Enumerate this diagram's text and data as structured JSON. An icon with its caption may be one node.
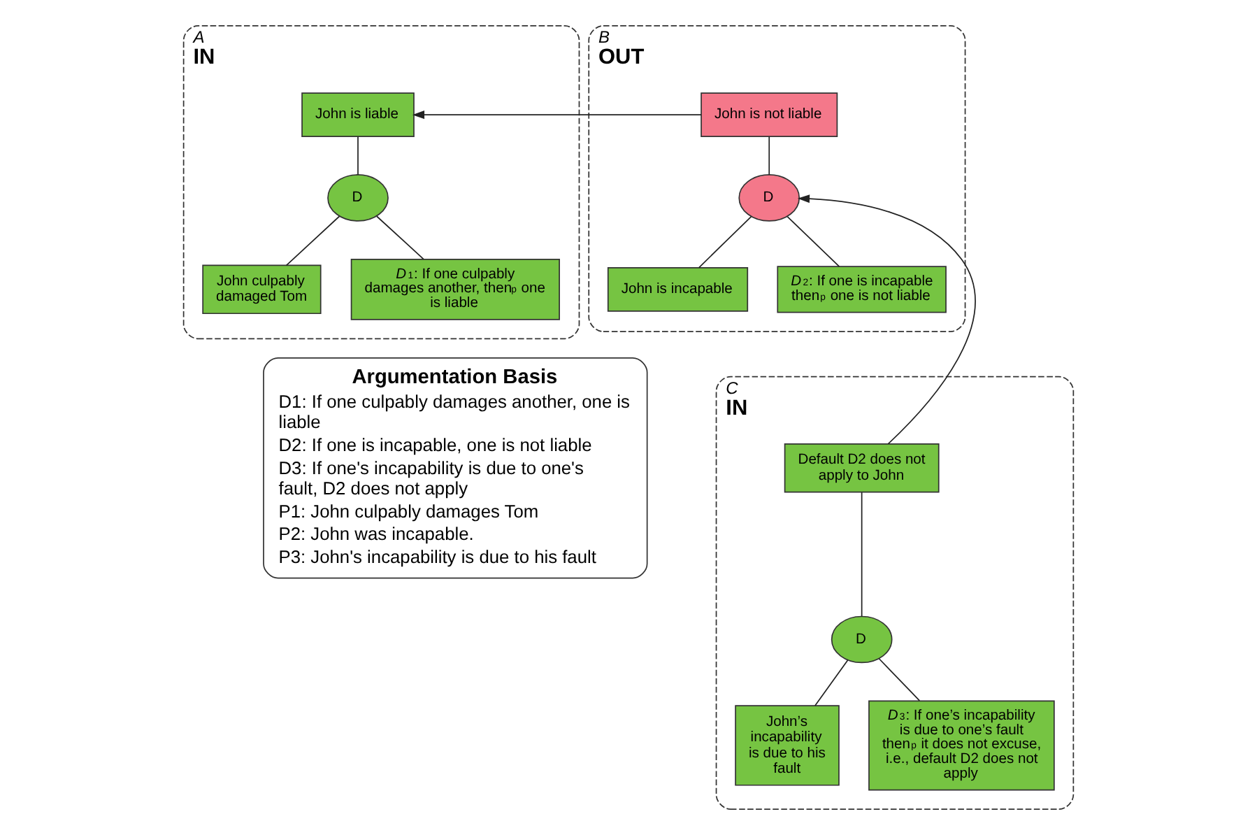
{
  "diagram": {
    "nodes": [
      {
        "text": [
          "A",
          "IN"
        ]
      },
      {
        "text": [
          "John is liable"
        ],
        "in": 0
      },
      {
        "text": [
          "D"
        ],
        "in": 0
      },
      {
        "text": [
          "John culpably damaged Tom"
        ],
        "in": 0
      },
      {
        "text": [
          "*D*$_{1}$: If one culpably damages another, then$^{p}$ one is liable"
        ],
        "in": 0
      },
      {
        "text": [
          "B",
          "OUT"
        ]
      },
      {
        "text": [
          "John is not liable"
        ],
        "in": 5
      },
      {
        "text": [
          "D"
        ],
        "in": 5
      },
      {
        "text": [
          "John is incapable"
        ],
        "in": 5
      },
      {
        "text": [
          "*D*$_{2}$: If one is incapable then$^{p}$ one is not liable"
        ],
        "in": 5
      },
      {
        "text": [
          "Argumentation Basis",
          "D1: If one culpably damages another, one is liable",
          "D2: If one is incapable, one is not liable",
          "D3: If one's incapability is due to one's fault, D2 does not apply",
          "P1: John culpably damages Tom",
          "P2: John was incapable.",
          "P3: John's incapability is due to his fault"
        ]
      },
      {
        "text": [
          "C",
          "IN"
        ]
      },
      {
        "text": [
          "Default D2 does not apply to John"
        ],
        "in": 11
      },
      {
        "text": [
          "D"
        ],
        "in": 11
      },
      {
        "text": [
          "John’s incapability is due to his fault"
        ],
        "in": 11
      },
      {
        "text": [
          "*D*$_{3}$: If one’s incapability is due to one’s fault then$^{p}$ it does not excuse, i.e., default D2 does not apply"
        ],
        "in": 11
      }
    ],
    "edges": [
      {
        "from": 1,
        "to": 2,
        "arrow": "none"
      },
      {
        "from": 2,
        "to": 3,
        "arrow": "none"
      },
      {
        "from": 2,
        "to": 4,
        "arrow": "none"
      },
      {
        "from": 6,
        "to": 1,
        "arrow": "to"
      },
      {
        "from": 6,
        "to": 7,
        "arrow": "none"
      },
      {
        "from": 7,
        "to": 8,
        "arrow": "none"
      },
      {
        "from": 7,
        "to": 9,
        "arrow": "none"
      },
      {
        "from": 12,
        "to": 7,
        "arrow": "to"
      },
      {
        "from": 12,
        "to": 13,
        "arrow": "none"
      },
      {
        "from": 13,
        "to": 14,
        "arrow": "none"
      },
      {
        "from": 13,
        "to": 15,
        "arrow": "none"
      }
    ]
  }
}
